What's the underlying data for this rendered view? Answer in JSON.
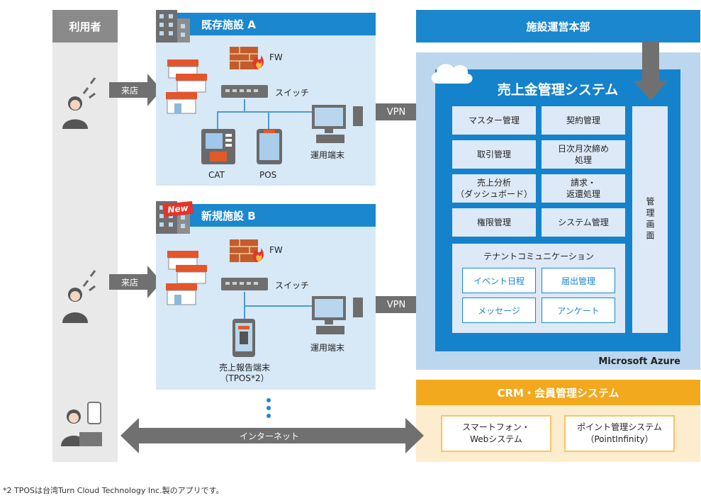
{
  "users": {
    "header": "利用者",
    "visit_label_1": "来店",
    "visit_label_2": "来店"
  },
  "facility_a": {
    "title": "既存施設 A",
    "fw": "FW",
    "switch": "スイッチ",
    "cat": "CAT",
    "pos": "POS",
    "terminal": "運用端末"
  },
  "facility_b": {
    "badge": "New",
    "title": "新規施設 B",
    "fw": "FW",
    "switch": "スイッチ",
    "terminal": "運用端末",
    "tpos_line1": "売上報告端末",
    "tpos_line2": "（TPOS*2）"
  },
  "vpn": {
    "label_1": "VPN",
    "label_2": "VPN"
  },
  "hq": {
    "title": "施設運営本部",
    "system_title": "売上金管理システム",
    "modules": {
      "master": "マスター管理",
      "contract": "契約管理",
      "transaction": "取引管理",
      "closing_line1": "日次月次締め",
      "closing_line2": "処理",
      "analysis_line1": "売上分析",
      "analysis_line2": "（ダッシュボード）",
      "billing_line1": "請求・",
      "billing_line2": "返還処理",
      "permission": "権限管理",
      "system": "システム管理"
    },
    "tenant": {
      "title": "テナントコミュニケーション",
      "event": "イベント日程",
      "notification": "届出管理",
      "message": "メッセージ",
      "survey": "アンケート"
    },
    "admin_screen": "管理画面",
    "cloud_label": "Microsoft Azure"
  },
  "crm": {
    "title": "CRM・会員管理システム",
    "smartphone_line1": "スマートフォン・",
    "smartphone_line2": "Webシステム",
    "point_line1": "ポイント管理システム",
    "point_line2": "（PointInfinity）"
  },
  "internet": {
    "label": "インターネット"
  },
  "footnote": "*2 TPOSは台湾Turn Cloud Technology Inc.製のアプリです。",
  "colors": {
    "blue": "#1a87cf",
    "light_blue": "#d7e8f7",
    "orange": "#f2a91d",
    "gray": "#8a8a8a"
  }
}
